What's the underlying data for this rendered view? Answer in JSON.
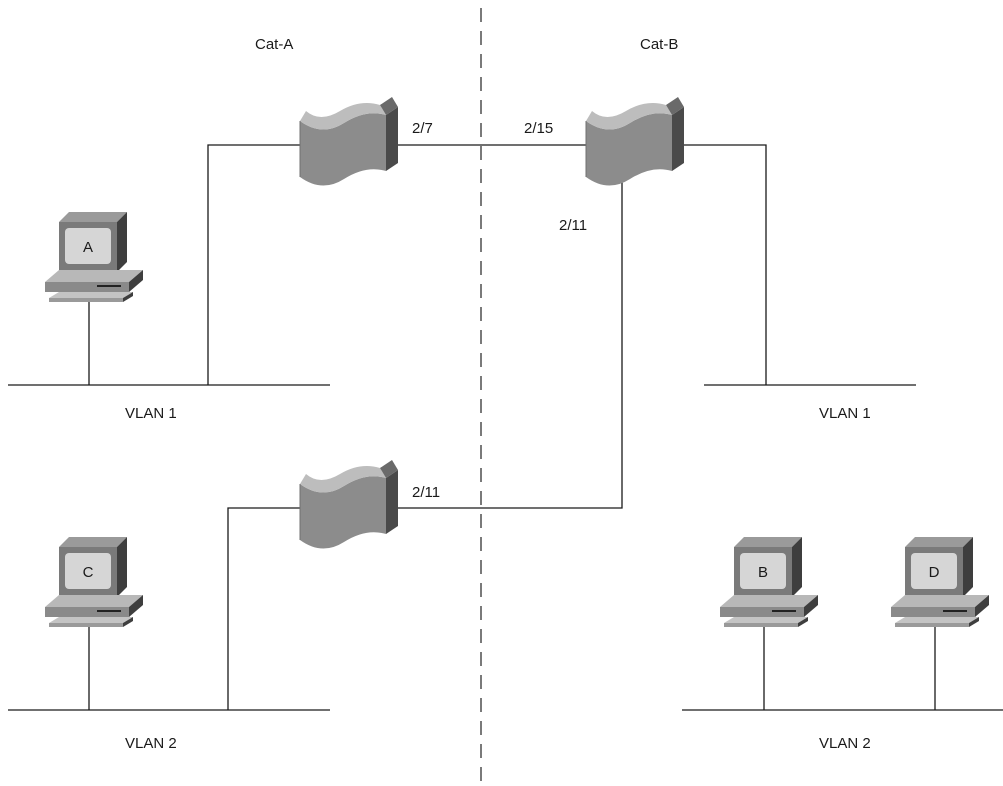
{
  "switches": {
    "cat_a": {
      "label": "Cat-A"
    },
    "cat_b": {
      "label": "Cat-B"
    }
  },
  "ports": {
    "cat_a_vlan1_trunk": "2/7",
    "cat_b_vlan1_trunk": "2/15",
    "cat_b_vlan2_uplink": "2/11",
    "cat_a_vlan2_trunk": "2/11"
  },
  "segments": {
    "left_vlan1": "VLAN 1",
    "right_vlan1": "VLAN 1",
    "left_vlan2": "VLAN 2",
    "right_vlan2": "VLAN 2"
  },
  "hosts": {
    "a": "A",
    "b": "B",
    "c": "C",
    "d": "D"
  }
}
